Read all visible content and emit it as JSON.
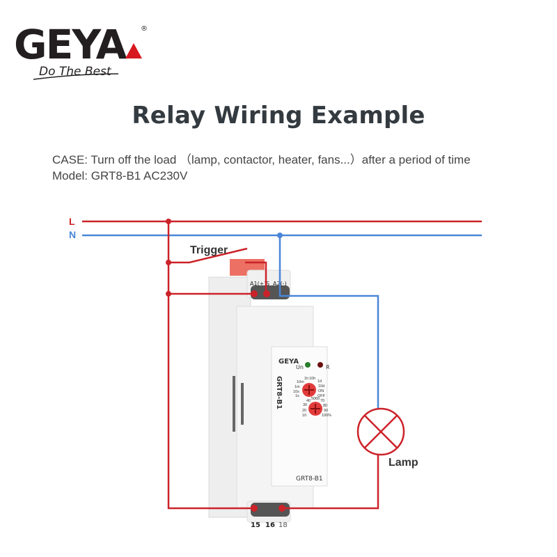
{
  "logo": {
    "brand": "GEYA",
    "tagline": "Do The Best",
    "registered": "®"
  },
  "title": "Relay Wiring  Example",
  "case_line": "CASE: Turn off the load （lamp, contactor, heater, fans...）after a period of time",
  "model_line": "Model: GRT8-B1 AC230V",
  "wires": {
    "L": "L",
    "N": "N",
    "colors": {
      "live": "#cc2229",
      "neutral": "#4a86d8"
    }
  },
  "labels": {
    "trigger": "Trigger",
    "lamp": "Lamp"
  },
  "device": {
    "model": "GRT8-B1",
    "side_model": "GRT8-B1",
    "brand": "GEYA",
    "top_terminals": [
      "A1(+)",
      "S",
      "A2(-)"
    ],
    "bottom_terminals": [
      "15",
      "16",
      "18"
    ],
    "leds": [
      "Un",
      "R"
    ],
    "time_dial": [
      "1s",
      "10s",
      "1m",
      "10m",
      "1h",
      "10h",
      "1d",
      "10d",
      "ON",
      "OFF"
    ],
    "percent_dial": [
      "10",
      "20",
      "30",
      "40",
      "50",
      "60",
      "70",
      "80",
      "90",
      "100%"
    ]
  }
}
